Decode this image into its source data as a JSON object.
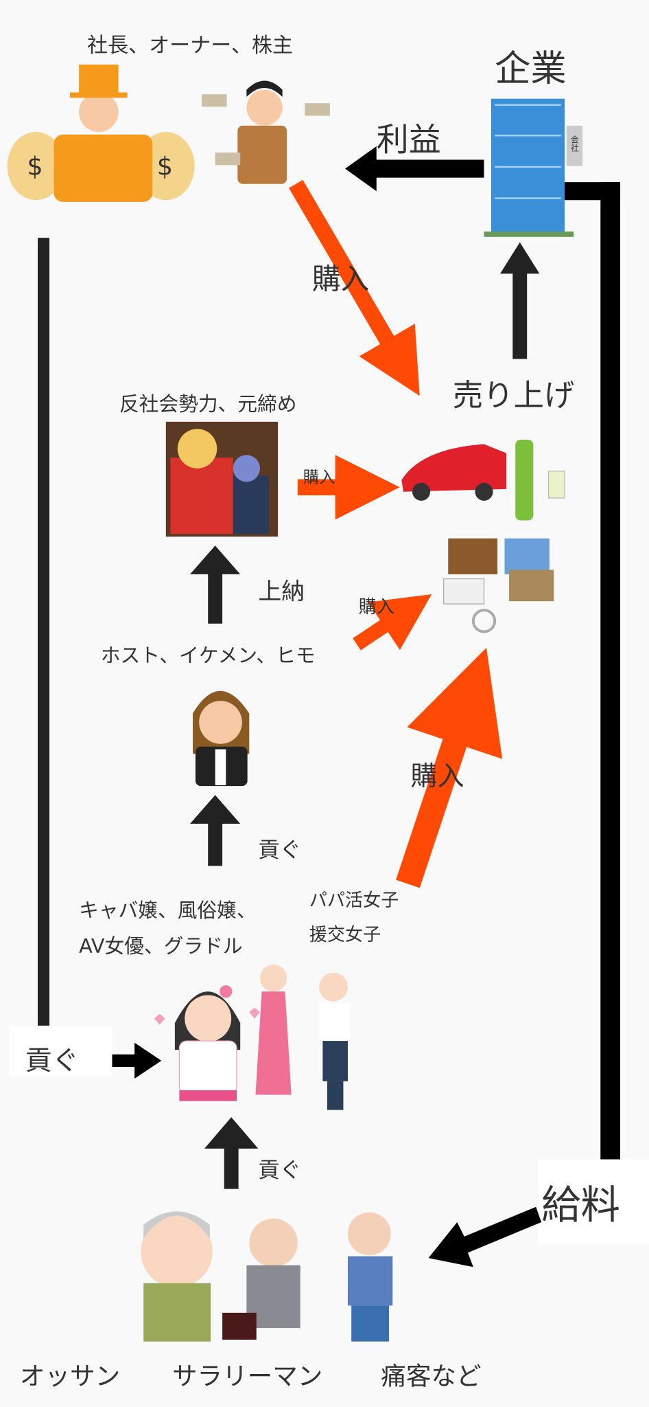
{
  "labels": {
    "owners": "社長、オーナー、株主",
    "company": "企業",
    "company_sign": "会社",
    "profit": "利益",
    "purchase_1": "購入",
    "sales": "売り上げ",
    "antisocial": "反社会勢力、元締め",
    "purchase_2": "購入",
    "tribute": "上納",
    "purchase_3": "購入",
    "hosts": "ホスト、イケメン、ヒモ",
    "purchase_4": "購入",
    "give_1": "貢ぐ",
    "hostesses_line1": "キャバ嬢、風俗嬢、",
    "hostesses_line2": "AV女優、グラドル",
    "papakatsu_line1": "パパ活女子",
    "papakatsu_line2": "援交女子",
    "give_left": "貢ぐ",
    "give_2": "貢ぐ",
    "salary": "給料",
    "customers": [
      "オッサン",
      "サラリーマン",
      "痛客など"
    ]
  },
  "colors": {
    "orange_arrow": "#ff4a06",
    "black_arrow": "#222222",
    "building": "#3b8fd9"
  }
}
